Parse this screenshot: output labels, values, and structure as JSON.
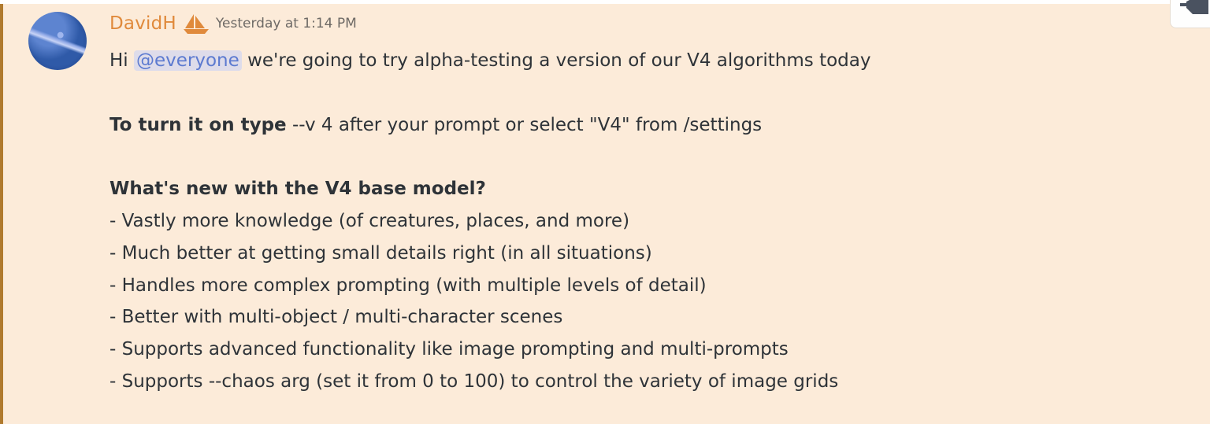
{
  "message": {
    "author": "DavidH",
    "author_badge_icon": "sailboat-icon",
    "timestamp": "Yesterday at 1:14 PM",
    "colors": {
      "background": "#fcebd9",
      "left_border": "#b07a2e",
      "username": "#e08a3c",
      "mention_bg": "#dedcea",
      "mention_text": "#5c7ad0",
      "text": "#2e3338"
    },
    "line1": {
      "prefix": "Hi ",
      "mention": "@everyone",
      "suffix": " we're going to try alpha-testing a version of our V4 algorithms today"
    },
    "line2": {
      "bold": "To turn it on type",
      "rest": " --v 4 after your prompt or select \"V4\" from /settings"
    },
    "heading": "What's new with the V4 base model?",
    "bullets": [
      "- Vastly more knowledge (of creatures, places, and more)",
      "- Much better at getting small details right (in all situations)",
      "- Handles more complex prompting (with multiple levels of detail)",
      "- Better with multi-object / multi-character scenes",
      "- Supports advanced functionality like image prompting and multi-prompts",
      "- Supports --chaos arg (set it from 0 to 100) to control the variety of image grids"
    ]
  },
  "corner_button": {
    "icon": "reaction-toolbar-icon"
  }
}
